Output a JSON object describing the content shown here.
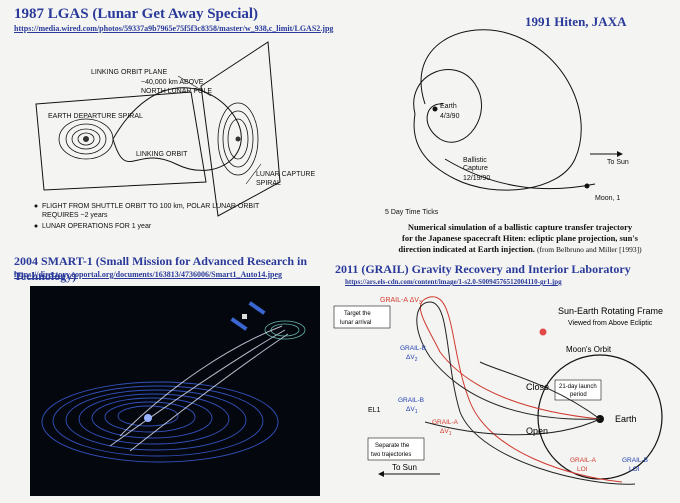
{
  "lgas": {
    "title": "1987 LGAS (Lunar Get Away Special)",
    "url": "https://media.wired.com/photos/59337a9b7965e75f5f3c8358/master/w_938,c_limit/LGAS2.jpg",
    "labels": {
      "linking_plane": "LINKING ORBIT PLANE",
      "above_pole_1": "~40,000 km ABOVE",
      "above_pole_2": "NORTH LUNAR POLE",
      "departure": "EARTH DEPARTURE SPIRAL",
      "linking_orbit": "LINKING ORBIT",
      "capture_1": "LUNAR CAPTURE",
      "capture_2": "SPIRAL"
    },
    "bullets": [
      "FLIGHT FROM SHUTTLE ORBIT TO 100 km, POLAR LUNAR ORBIT",
      "REQUIRES ~2 years",
      "LUNAR OPERATIONS FOR 1 year"
    ]
  },
  "hiten": {
    "title": "1991 Hiten, JAXA",
    "labels": {
      "earth": "Earth",
      "date1": "4/3/90",
      "ballistic": "Ballistic",
      "capture": "Capture",
      "date2": "12/19/90",
      "sun": "To Sun",
      "moon": "Moon, 1",
      "ticks": "5 Day Time Ticks"
    },
    "caption_lines": [
      "Numerical simulation of a ballistic capture transfer trajectory",
      "for the Japanese spacecraft Hiten: ecliptic plane projection, sun's",
      "direction indicated at Earth injection."
    ],
    "source": "(from Belbruno and Miller [1993])"
  },
  "smart": {
    "title": "2004 SMART-1 (Small Mission for Advanced Research in Technology)",
    "url": "https://directory.eoportal.org/documents/163813/4736006/Smart1_Auto14.jpeg"
  },
  "grail": {
    "title": "2011 (GRAIL) Gravity Recovery and Interior Laboratory",
    "url": "https://ars.els-cdn.com/content/image/1-s2.0-S0094576512004110-gr1.jpg",
    "frame_title": "Sun-Earth Rotating Frame",
    "frame_sub": "Viewed from Above Ecliptic",
    "labels": {
      "grail_a_dv3": "GRAIL-A ΔV",
      "grail_a_dv3_sub": "3",
      "target_1": "Target the",
      "target_2": "lunar arrival",
      "grail_b_dv2": "GRAIL-B",
      "grail_b_dv2_v": "ΔV",
      "grail_b_dv2_sub": "2",
      "moon_orbit": "Moon's Orbit",
      "close": "Close",
      "launch_1": "21-day launch",
      "launch_2": "period",
      "earth": "Earth",
      "el1": "EL1",
      "grail_b_dv1": "GRAIL-B",
      "grail_b_dv1_v": "ΔV",
      "grail_b_dv1_sub": "1",
      "open": "Open",
      "grail_a_dv1": "GRAIL-A",
      "grail_a_dv1_v": "ΔV",
      "grail_a_dv1_sub": "1",
      "separate_1": "Separate the",
      "separate_2": "two trajectories",
      "to_sun": "To Sun",
      "grail_a_loi_1": "GRAIL-A",
      "grail_a_loi_2": "LOI",
      "grail_b_loi_1": "GRAIL-B",
      "grail_b_loi_2": "LOI"
    }
  }
}
